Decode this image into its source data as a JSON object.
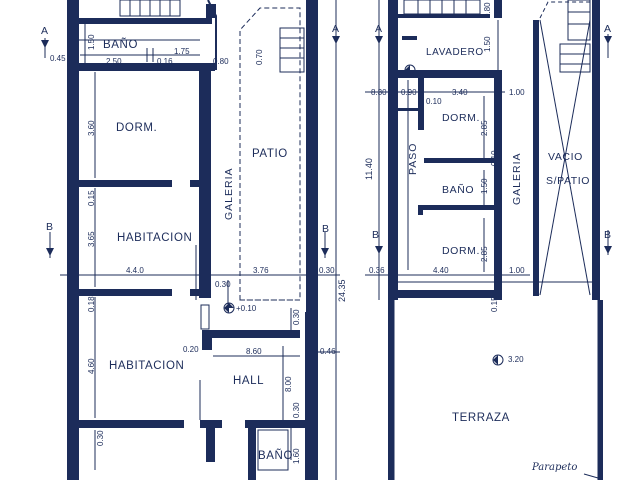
{
  "colors": {
    "ink": "#1c2c5a",
    "paper": "#ffffff"
  },
  "left_plan": {
    "rooms": {
      "bano": "BAÑO",
      "dorm": "DORM.",
      "habitacion_1": "HABITACION",
      "habitacion_2": "HABITACION",
      "hall": "HALL",
      "bano_2": "BAÑO",
      "patio": "PATIO",
      "galeria": "GALERIA"
    },
    "dims": {
      "d150": "1.50",
      "d250": "2.50",
      "d175": "1.75",
      "d016": "0.16",
      "d080": "0.80",
      "d070": "0.70",
      "d045": "0.45",
      "d360": "3.60",
      "d015": "0.15",
      "d365": "3.65",
      "d440": "4.4.0",
      "d376": "3.76",
      "d030a": "0.30",
      "d030b": "0.30",
      "d010": "+0.10",
      "d018": "0.18",
      "d460": "4.60",
      "d020": "0.20",
      "d860": "8.60",
      "d046": "0.46",
      "d800": "8.00",
      "d030c": "0.30",
      "d030d": "0.30",
      "d160": "1.60",
      "d2435": "24.35"
    },
    "markers": {
      "a_left": "A",
      "a_right": "A",
      "b_left": "B",
      "b_right": "B"
    }
  },
  "right_plan": {
    "rooms": {
      "lavadero": "LAVADERO",
      "dorm": "DORM.",
      "bano": "BAÑO",
      "dorm_2": "DORM.",
      "paso": "PASO",
      "galeria": "GALERIA",
      "vacio": "VACIO",
      "s_patio": "S/PATIO",
      "terraza": "TERRAZA",
      "parapeto": "Parapeto"
    },
    "dims": {
      "r1140": "11.40",
      "r830": "8.30",
      "r090": "0.90",
      "r340": "3.40",
      "r100a": "1.00",
      "r010": "0.10",
      "r285a": "2.85",
      "r010b": "0.10",
      "r150a": "1.50",
      "r150b": "1.50",
      "r285b": "2.85",
      "r036": "0.36",
      "r440": "4.40",
      "r100b": "1.00",
      "r015": "0.15",
      "r320": "3.20",
      "r080": "0.80"
    },
    "markers": {
      "a_left": "A",
      "a_right": "A",
      "b_left": "B",
      "b_right": "B"
    }
  }
}
